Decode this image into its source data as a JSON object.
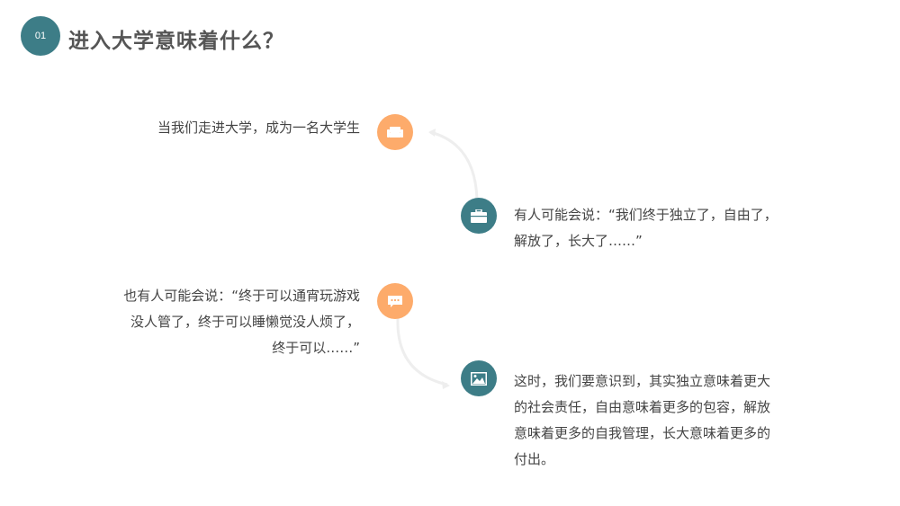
{
  "header": {
    "number": "01",
    "title": "进入大学意味着什么？"
  },
  "colors": {
    "accent_teal": "#3d7d87",
    "accent_orange": "#fdab6b"
  },
  "timeline": [
    {
      "icon": "sofa-icon",
      "color": "orange",
      "lines": [
        "当我们走进大学，成为一名大学生"
      ]
    },
    {
      "icon": "briefcase-icon",
      "color": "teal",
      "lines": [
        "有人可能会说：“我们终于独立了，自由了，",
        "解放了，长大了……”"
      ]
    },
    {
      "icon": "chat-bubble-icon",
      "color": "orange",
      "lines": [
        "也有人可能会说：“终于可以通宵玩游戏",
        "没人管了，终于可以睡懒觉没人烦了，",
        "终于可以……”"
      ]
    },
    {
      "icon": "image-icon",
      "color": "teal",
      "lines": [
        "这时，我们要意识到，其实独立意味着更大",
        "的社会责任，自由意味着更多的包容，解放",
        "意味着更多的自我管理，长大意味着更多的",
        "付出。"
      ]
    }
  ]
}
